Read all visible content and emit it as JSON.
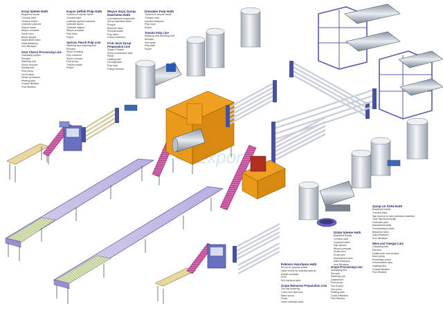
{
  "colors": {
    "conveyor_pink": "#c85aa0",
    "frame_blue": "#5a5aa8",
    "tank_silver": "#d8dde4",
    "platform_orange": "#f0a020",
    "tube_grey": "#c8cfd8",
    "watermark": "#b8d0e8"
  },
  "watermark": {
    "text": "Export"
  },
  "labels": {
    "kiraz_isleme": {
      "title": "Kiraz İşleme Hattı",
      "items": [
        "Boşaltma kovası",
        "Tırmanlı bant",
        "Yıkama ünitesi",
        "Çekirdek çıkarma",
        "Seçme bandı",
        "Meyve pompası",
        "Sıcak kırıcı",
        "Buhar işleyici",
        "Dinlendirme tankı",
        "Kaba filtrasyon",
        "Ince filtrasyon"
      ],
      "subtitle": "Sour Cherry Processing Line",
      "sub_items": [
        "Unloading hopper",
        "Elevator",
        "Washing unit",
        "Stone remover",
        "Sorting belt",
        "Fruit pump",
        "Hot crusher",
        "Steam processor",
        "Resting tank",
        "Coarse filtration",
        "Fine filtration"
      ]
    },
    "kayisi_seftali": {
      "title": "Kayısı Şeftali Pulp Hattı",
      "items": [
        "Yıkama ve seçme bandı",
        "Tırmanlı bant",
        "Çekirdek ayırma makinesi",
        "Çekirdek ayırıcı",
        "Çekirdek dağıtıcı",
        "Meyve pompası",
        "Pulp tankı",
        "Pulper"
      ],
      "subtitle": "Apricot, Peach Pulp Line",
      "sub_items": [
        "Washing and selecting belt",
        "Elevator",
        "Stone breaking",
        "Pulp extractor",
        "Stone remover",
        "Fruit pump",
        "Tubular heater",
        "Pulper"
      ]
    },
    "meyve_suyu": {
      "title": "Meyve Suyu Şurup Hazırlama Hattı",
      "items": [
        "Çok kademeli evaporatör",
        "Şurup hazırlama tankı",
        "Pompa",
        "Bekleme tankı",
        "Homojenizatör",
        "Pulp tankı",
        "Dolum makinesi"
      ],
      "subtitle": "Fruit Juice Syrup Preparation Line",
      "sub_items": [
        "Steam Pumper",
        "Syrup preparation tank",
        "Pump",
        "Holding tank",
        "Homogenizer",
        "Pulp tank",
        "Filling machine"
      ]
    },
    "domates": {
      "title": "Domates Pulp Hattı",
      "items": [
        "Yıkama ve seçme bandı",
        "Tırmanlı bant",
        "Hararet istasyonu",
        "Pulp tankı",
        "Pulper"
      ],
      "subtitle": "Tomato Pulp Line",
      "sub_items": [
        "Washing and selecting belt",
        "Elevator",
        "Hot break",
        "Pulp tank",
        "Pulper"
      ]
    },
    "uzum": {
      "title": "Üzüm İşleme Hattı",
      "items": [
        "Boşaltma kovası",
        "Tırmanlı bant",
        "Yıkama ünitesi",
        "Sap ayırma",
        "Meyve pompası",
        "Sıcak kırıcı",
        "Sıcak pres",
        "Dinlendirme tankı",
        "Kaba filtrasyon",
        "İnce filtrasyon"
      ]
    },
    "sarap": {
      "title": "Şarap ve Sirke Hattı",
      "items": [
        "Boşaltma kovası",
        "Tırmanlı bant",
        "Sap ayırma ve tane patlatma makinesi",
        "Tane taşıma pompası",
        "Pnömatik pres",
        "Mayalanma tankı",
        "Fermantasyon tankı",
        "Bekletme tankı",
        "Kaba filtrasyon",
        "İnce filtrasyon"
      ],
      "subtitle": "Wine and Vinegar Line",
      "sub_items": [
        "Unloading belt",
        "Elevator",
        "Destemmer and crusher",
        "Must pump",
        "Pneumatic press",
        "Fermentation tank",
        "Holding tank",
        "Coarse filtration",
        "Fine filtration"
      ]
    },
    "pekmez": {
      "title": "Pekmez Hazırlama Hattı",
      "items": [
        "Kırma ve yıkama ünitesi",
        "Üzüm kırma ve çekirdek ayırma",
        "Mayşe pompası",
        "Pres",
        "Sıvı toplama tankı"
      ],
      "subtitle": "Grape Molasses Preparation Line",
      "sub_items": [
        "Dry ball breaking",
        "Crush and stemmer",
        "Mash pump",
        "Press",
        "Juice collection tank"
      ]
    },
    "grape_proc": {
      "subtitle": "Grape Processing Line",
      "sub_items": [
        "Unloading belt",
        "Elevator",
        "Washing unit",
        "Destemmer",
        "Fruit pump",
        "Hot crusher",
        "Hot press",
        "Resting tank",
        "Coarse filtration",
        "Fine filtration"
      ]
    }
  }
}
